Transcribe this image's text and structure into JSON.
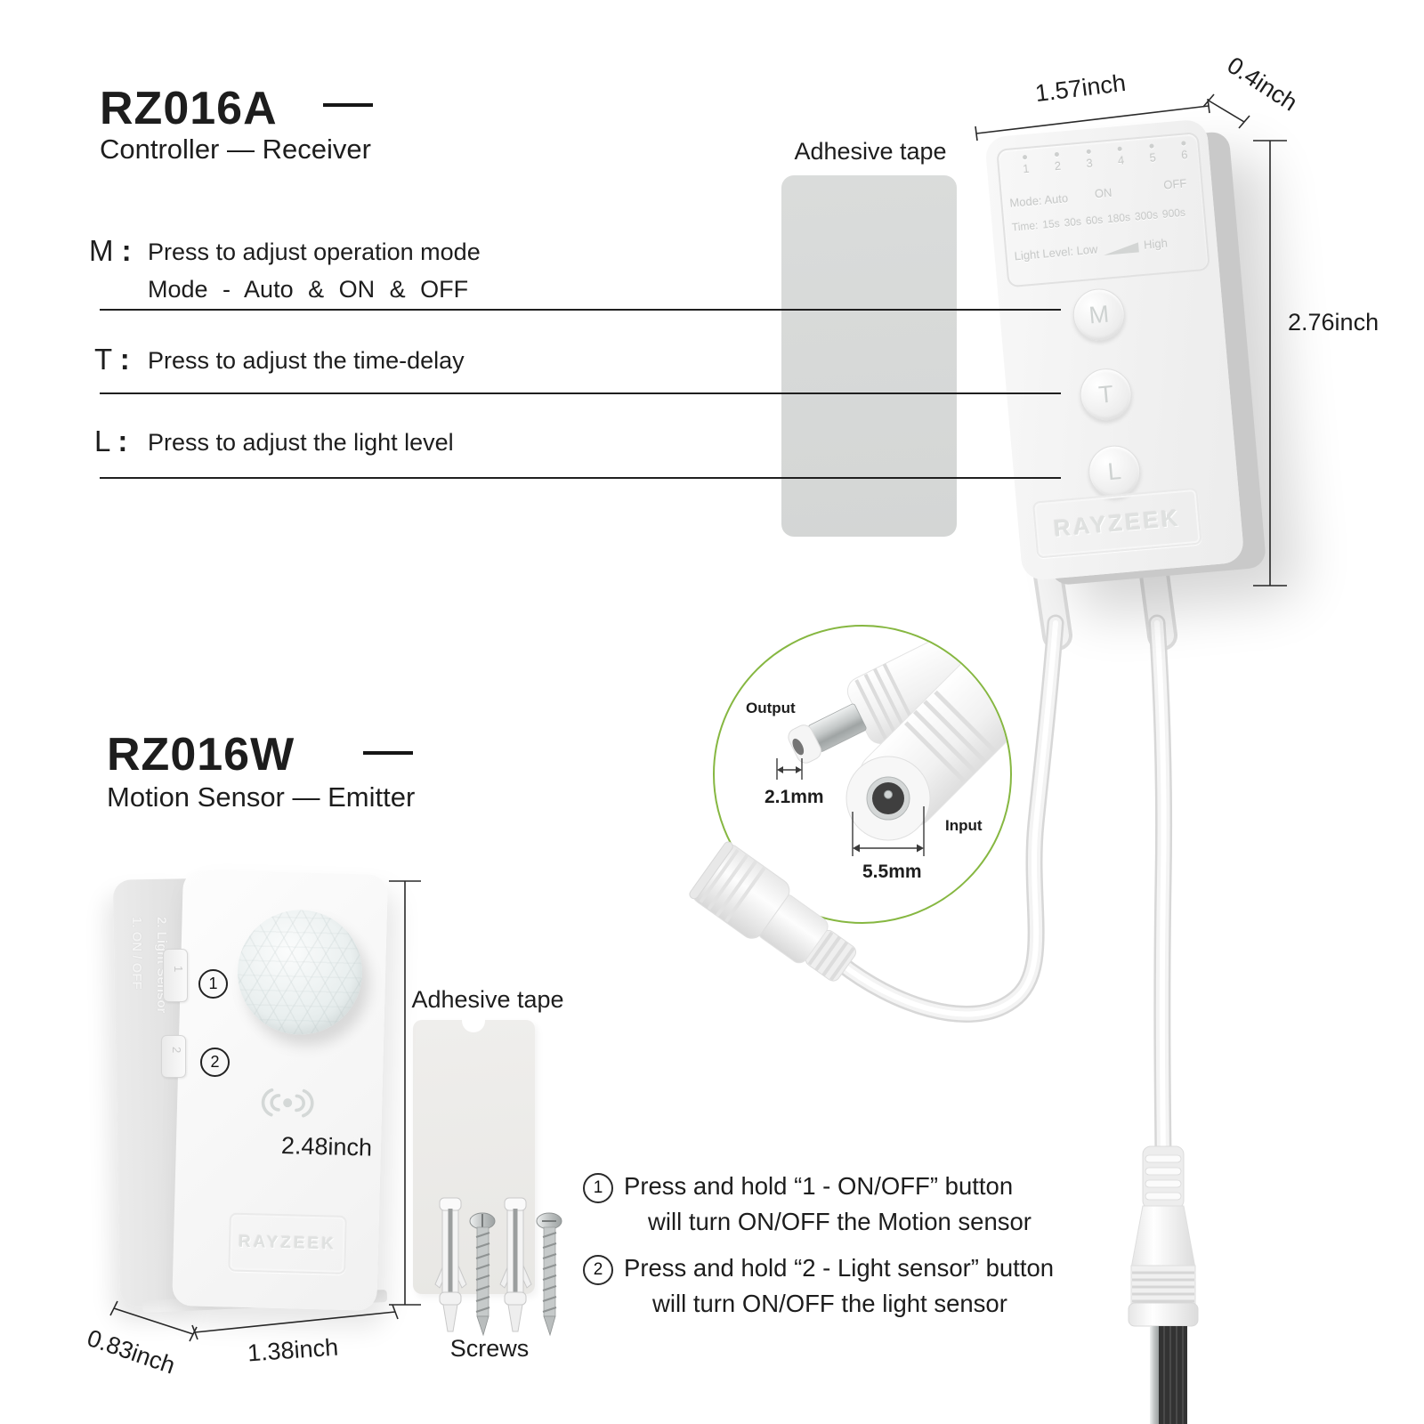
{
  "rz016a": {
    "model": "RZ016A",
    "subtitle": "Controller — Receiver",
    "adhesive_tape_label": "Adhesive tape",
    "colon": ":",
    "controls": [
      {
        "key": "M",
        "line1": "Press to adjust operation mode",
        "line2": "Mode - Auto & ON & OFF"
      },
      {
        "key": "T",
        "line1": "Press to adjust the time-delay"
      },
      {
        "key": "L",
        "line1": "Press to adjust the light level"
      }
    ],
    "dims": {
      "width": "1.57inch",
      "depth": "0.4inch",
      "height": "2.76inch"
    },
    "panel": {
      "channels": [
        "1",
        "2",
        "3",
        "4",
        "5",
        "6"
      ],
      "mode_label": "Mode:",
      "mode_auto": "Auto",
      "mode_on": "ON",
      "mode_off": "OFF",
      "time_label": "Time:",
      "time_values": [
        "15s",
        "30s",
        "60s",
        "180s",
        "300s",
        "900s"
      ],
      "light_label": "Light Level:",
      "light_low": "Low",
      "light_high": "High"
    },
    "brand": "RAYZEEK"
  },
  "connector_inset": {
    "output_label": "Output",
    "output_size": "2.1mm",
    "input_label": "Input",
    "input_size": "5.5mm"
  },
  "rz016w": {
    "model": "RZ016W",
    "subtitle": "Motion Sensor — Emitter",
    "adhesive_tape_label": "Adhesive tape",
    "screws_label": "Screws",
    "side_label_1": "1. ON / OFF",
    "side_label_2": "2. Light Sensor",
    "side_button_1": "1",
    "side_button_2": "2",
    "callout_1": "1",
    "callout_2": "2",
    "dims": {
      "height": "2.48inch",
      "width": "1.38inch",
      "depth": "0.83inch"
    },
    "brand": "RAYZEEK"
  },
  "instructions": [
    {
      "num": "1",
      "line1": "Press and hold  “1 - ON/OFF” button",
      "line2": "will turn ON/OFF the Motion sensor"
    },
    {
      "num": "2",
      "line1": "Press and hold “2 - Light sensor” button",
      "line2": "will turn ON/OFF the light sensor"
    }
  ],
  "colors": {
    "accent_green": "#86b741",
    "ink": "#1d1d1d",
    "engraved": "#c7c9c8",
    "tape": "#d8dad9"
  }
}
